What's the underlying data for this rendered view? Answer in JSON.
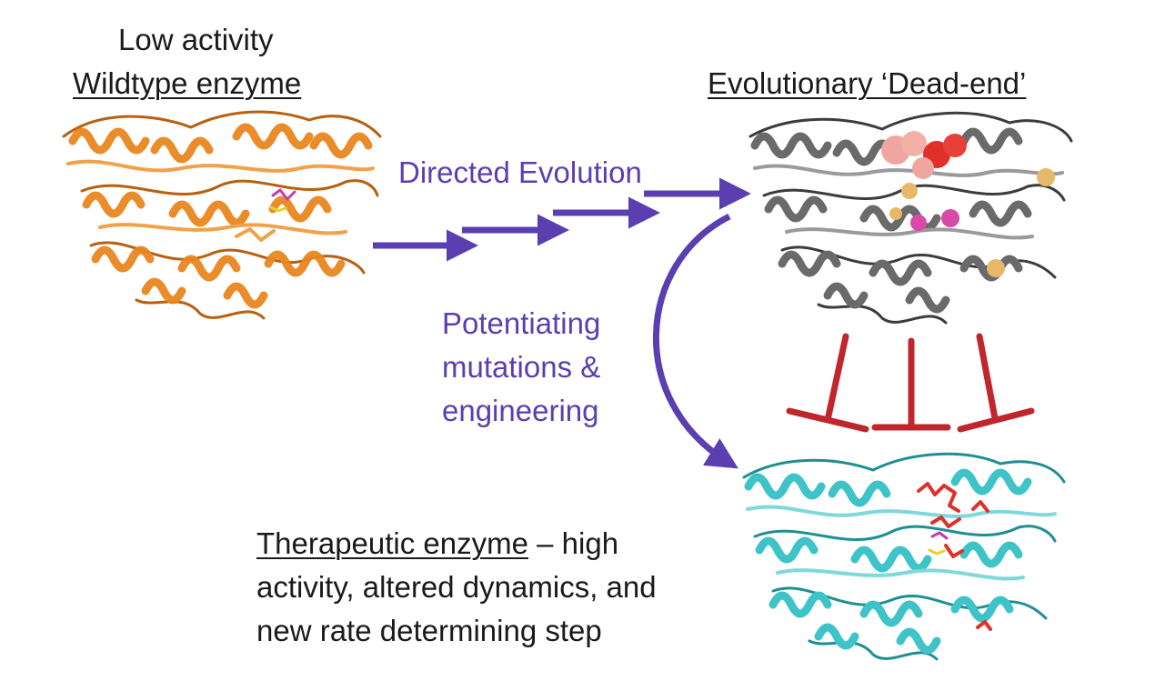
{
  "wildtype": {
    "line1": "Low activity",
    "line2": "Wildtype enzyme"
  },
  "dead_end": {
    "title": "Evolutionary ‘Dead-end’"
  },
  "directed_evolution": {
    "label": "Directed Evolution"
  },
  "potentiating": {
    "line1": "Potentiating",
    "line2": "mutations &",
    "line3": "engineering"
  },
  "therapeutic": {
    "title": "Therapeutic enzyme",
    "suffix": " – high",
    "line2": "activity, altered dynamics, and",
    "line3": "new rate determining step"
  },
  "colors": {
    "wildtype_protein": "#e8861e",
    "dead_end_protein": "#5a5a5a",
    "therapeutic_protein": "#3ec3c8",
    "arrow_purple": "#5b3fb0",
    "blocker_red": "#c0272d",
    "highlight_red": "#e0302a",
    "highlight_pink": "#d94aa8",
    "highlight_tan": "#e8b86a"
  },
  "icons": {
    "wildtype_structure": "protein-ribbon-orange",
    "dead_end_structure": "protein-ribbon-gray",
    "therapeutic_structure": "protein-ribbon-cyan"
  }
}
